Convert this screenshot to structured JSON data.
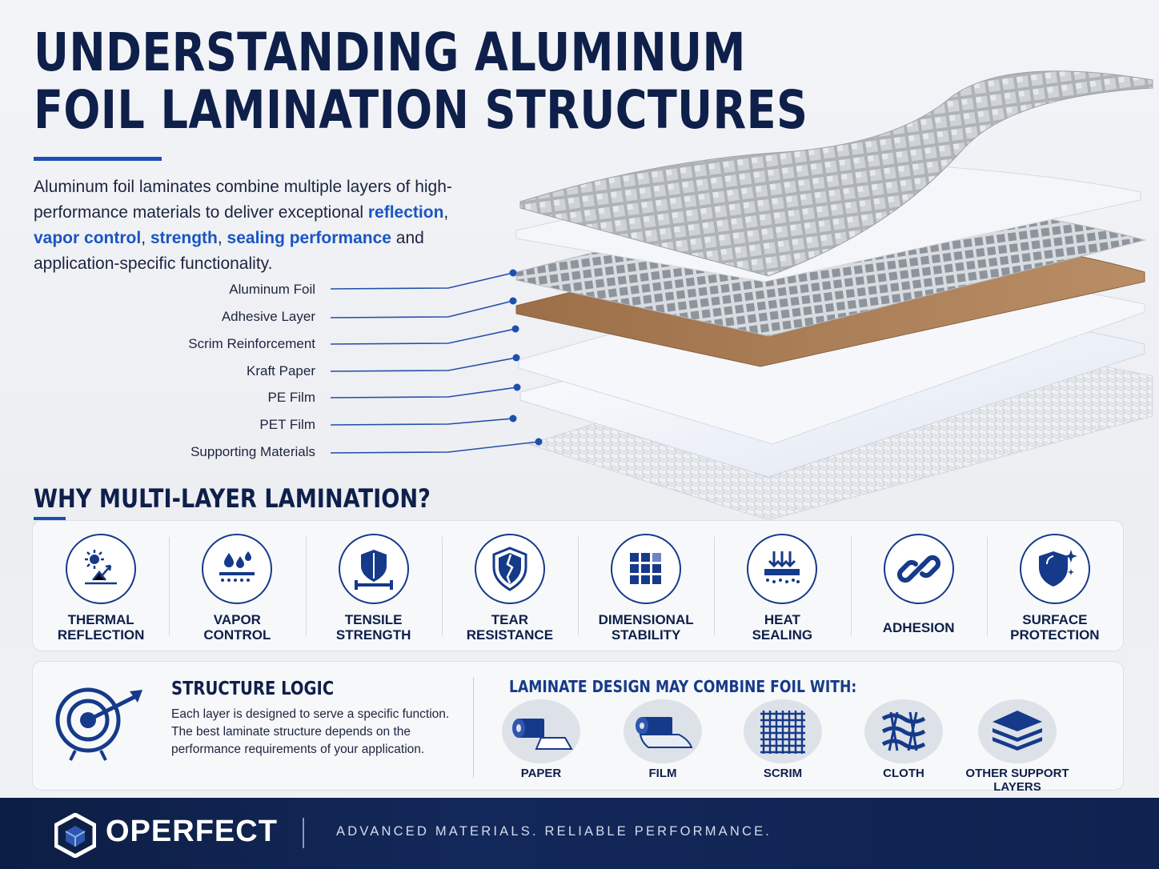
{
  "title": {
    "line1": "UNDERSTANDING ALUMINUM",
    "line2": "FOIL LAMINATION STRUCTURES"
  },
  "intro": {
    "part1": "Aluminum foil laminates combine multiple layers of high-performance materials to deliver exceptional ",
    "hl1": "reflection",
    "sep1": ", ",
    "hl2": "vapor control",
    "sep2": ", ",
    "hl3": "strength",
    "sep3": ", ",
    "hl4": "sealing performance",
    "part2": " and application-specific functionality."
  },
  "layers": [
    "Aluminum Foil",
    "Adhesive Layer",
    "Scrim Reinforcement",
    "Kraft Paper",
    "PE Film",
    "PET Film",
    "Supporting Materials"
  ],
  "why": {
    "title": "WHY MULTI-LAYER LAMINATION?",
    "items": [
      {
        "label": "THERMAL\nREFLECTION",
        "icon": "sun-reflection-icon"
      },
      {
        "label": "VAPOR\nCONTROL",
        "icon": "water-drops-icon"
      },
      {
        "label": "TENSILE\nSTRENGTH",
        "icon": "shield-beam-icon"
      },
      {
        "label": "TEAR\nRESISTANCE",
        "icon": "cracked-shield-icon"
      },
      {
        "label": "DIMENSIONAL\nSTABILITY",
        "icon": "grid-icon"
      },
      {
        "label": "HEAT\nSEALING",
        "icon": "heat-press-icon"
      },
      {
        "label": "ADHESION",
        "icon": "chain-link-icon"
      },
      {
        "label": "SURFACE\nPROTECTION",
        "icon": "shield-sparkle-icon"
      }
    ]
  },
  "logic": {
    "title": "STRUCTURE LOGIC",
    "text": "Each layer is designed to serve a specific function. The best laminate structure depends on the performance requirements of your application."
  },
  "combine": {
    "title": "LAMINATE DESIGN MAY COMBINE FOIL WITH:",
    "items": [
      {
        "label": "PAPER",
        "icon": "paper-roll-icon"
      },
      {
        "label": "FILM",
        "icon": "film-roll-icon"
      },
      {
        "label": "SCRIM",
        "icon": "scrim-grid-icon"
      },
      {
        "label": "CLOTH",
        "icon": "woven-cloth-icon"
      },
      {
        "label": "OTHER SUPPORT\nLAYERS",
        "icon": "stacked-layers-icon"
      }
    ]
  },
  "footer": {
    "brand": "OPERFECT",
    "tagline": "ADVANCED MATERIALS. RELIABLE PERFORMANCE."
  },
  "colors": {
    "navy": "#0e1f4a",
    "accent_blue": "#1a55c2",
    "footer_bg": "#0d1e44",
    "kraft": "#a87c55"
  }
}
